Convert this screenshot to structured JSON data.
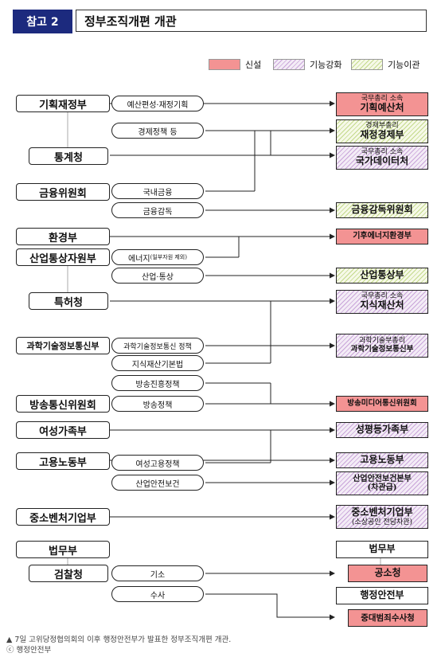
{
  "header": {
    "badge": "참고 2",
    "title": "정부조직개편 개관"
  },
  "legend": {
    "new": "신설",
    "strengthen": "기능강화",
    "improve": "기능이관"
  },
  "colors": {
    "new": "#f39393",
    "strengthen": "#c9a4d9",
    "improve": "#c3d98a",
    "badge": "#1c2a7e"
  },
  "left": {
    "l1": "기획재정부",
    "l2": "통계청",
    "l3": "금융위원회",
    "l4": "환경부",
    "l5": "산업통상자원부",
    "l6": "특허청",
    "l7": "과학기술정보통신부",
    "l8": "방송통신위원회",
    "l9": "여성가족부",
    "l10": "고용노동부",
    "l11": "중소벤처기업부",
    "l12": "법무부",
    "l13": "검찰청"
  },
  "func": {
    "f1": "예산편성·재정기획",
    "f2": "경제정책 등",
    "f3": "국내금융",
    "f4": "금융감독",
    "f5a": "에너지",
    "f5b": "(일부자원 제외)",
    "f6": "산업·통상",
    "f7": "과학기술정보통신 정책",
    "f8": "지식재산기본법",
    "f9": "방송진흥정책",
    "f10": "방송정책",
    "f11": "여성고용정책",
    "f12": "산업안전보건",
    "f13": "기소",
    "f14": "수사"
  },
  "right": {
    "r1a": "국무총리 소속",
    "r1b": "기획예산처",
    "r2a": "경제부총리",
    "r2b": "재정경제부",
    "r3a": "국무총리 소속",
    "r3b": "국가데이터처",
    "r4": "금융감독위원회",
    "r5": "기후에너지환경부",
    "r6": "산업통상부",
    "r7a": "국무총리 소속",
    "r7b": "지식재산처",
    "r8a": "과학기술부총리",
    "r8b": "과학기술정보통신부",
    "r9": "방송미디어통신위원회",
    "r10": "성평등가족부",
    "r11": "고용노동부",
    "r12a": "산업안전보건본부",
    "r12b": "(차관급)",
    "r13a": "중소벤처기업부",
    "r13b": "(소상공인 전담차관)",
    "r14": "법무부",
    "r15": "공소청",
    "r16": "행정안전부",
    "r17": "중대범죄수사청"
  },
  "caption": {
    "line1": "▲ 7일 고위당정협의회의 이후 행정안전부가 발표한 정부조직개편 개관.",
    "line2": "ⓒ 행정안전부"
  }
}
